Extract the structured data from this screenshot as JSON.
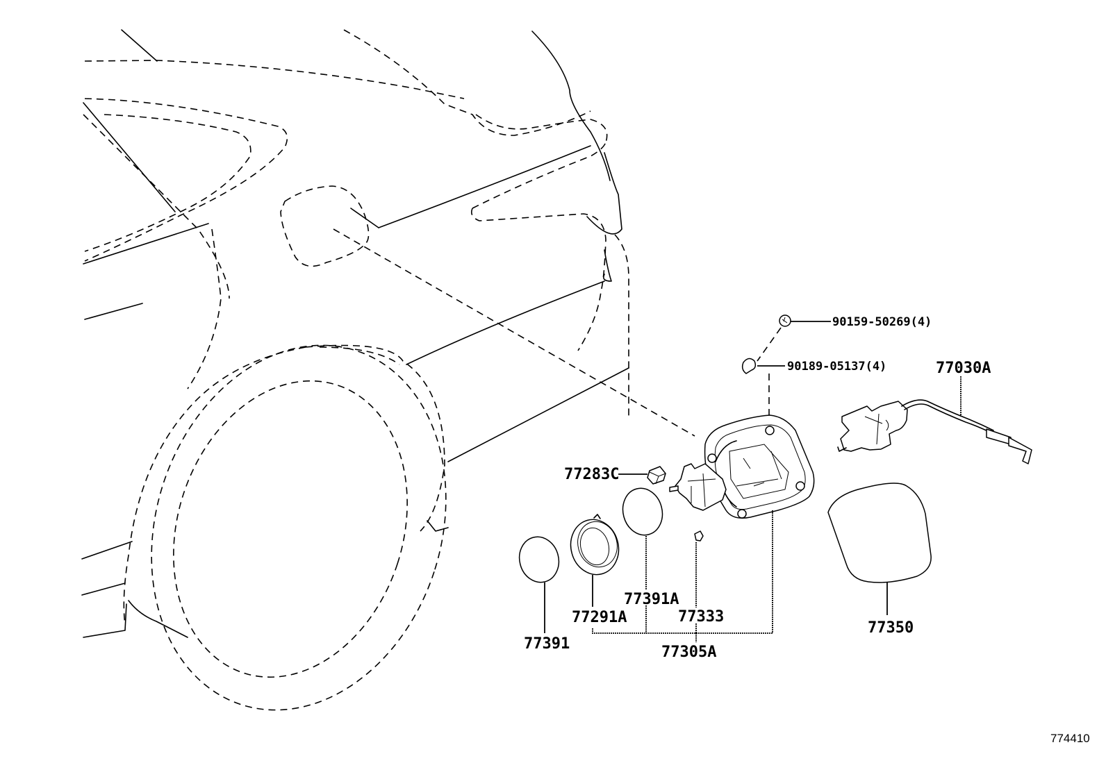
{
  "diagram": {
    "type": "exploded parts diagram",
    "subject": "Fuel filler lid / fuel inlet area, rear quarter of vehicle",
    "figure_number": "774410",
    "labels": {
      "screw_top": "90159-50269(4)",
      "screw_bottom": "90189-05137(4)",
      "opener_cable": "77030A",
      "cushion": "77283C",
      "gasket_outer": "77391",
      "protector": "77291A",
      "gasket_inner": "77391A",
      "clip": "77333",
      "housing_assy": "77305A",
      "fuel_lid": "77350"
    },
    "parts": [
      {
        "part_no": "90159-50269",
        "qty": "4",
        "description": "screw"
      },
      {
        "part_no": "90189-05137",
        "qty": "4",
        "description": "nut/clip"
      },
      {
        "part_no": "77030A",
        "description": "fuel lid opener lock with cable"
      },
      {
        "part_no": "77283C",
        "description": "cushion"
      },
      {
        "part_no": "77391",
        "description": "gasket"
      },
      {
        "part_no": "77291A",
        "description": "fuel inlet protector"
      },
      {
        "part_no": "77391A",
        "description": "gasket"
      },
      {
        "part_no": "77333",
        "description": "clip"
      },
      {
        "part_no": "77305A",
        "description": "fuel filler opening box assembly (includes 77291A, 77391A, 77333)"
      },
      {
        "part_no": "77350",
        "description": "fuel filler lid"
      }
    ]
  }
}
